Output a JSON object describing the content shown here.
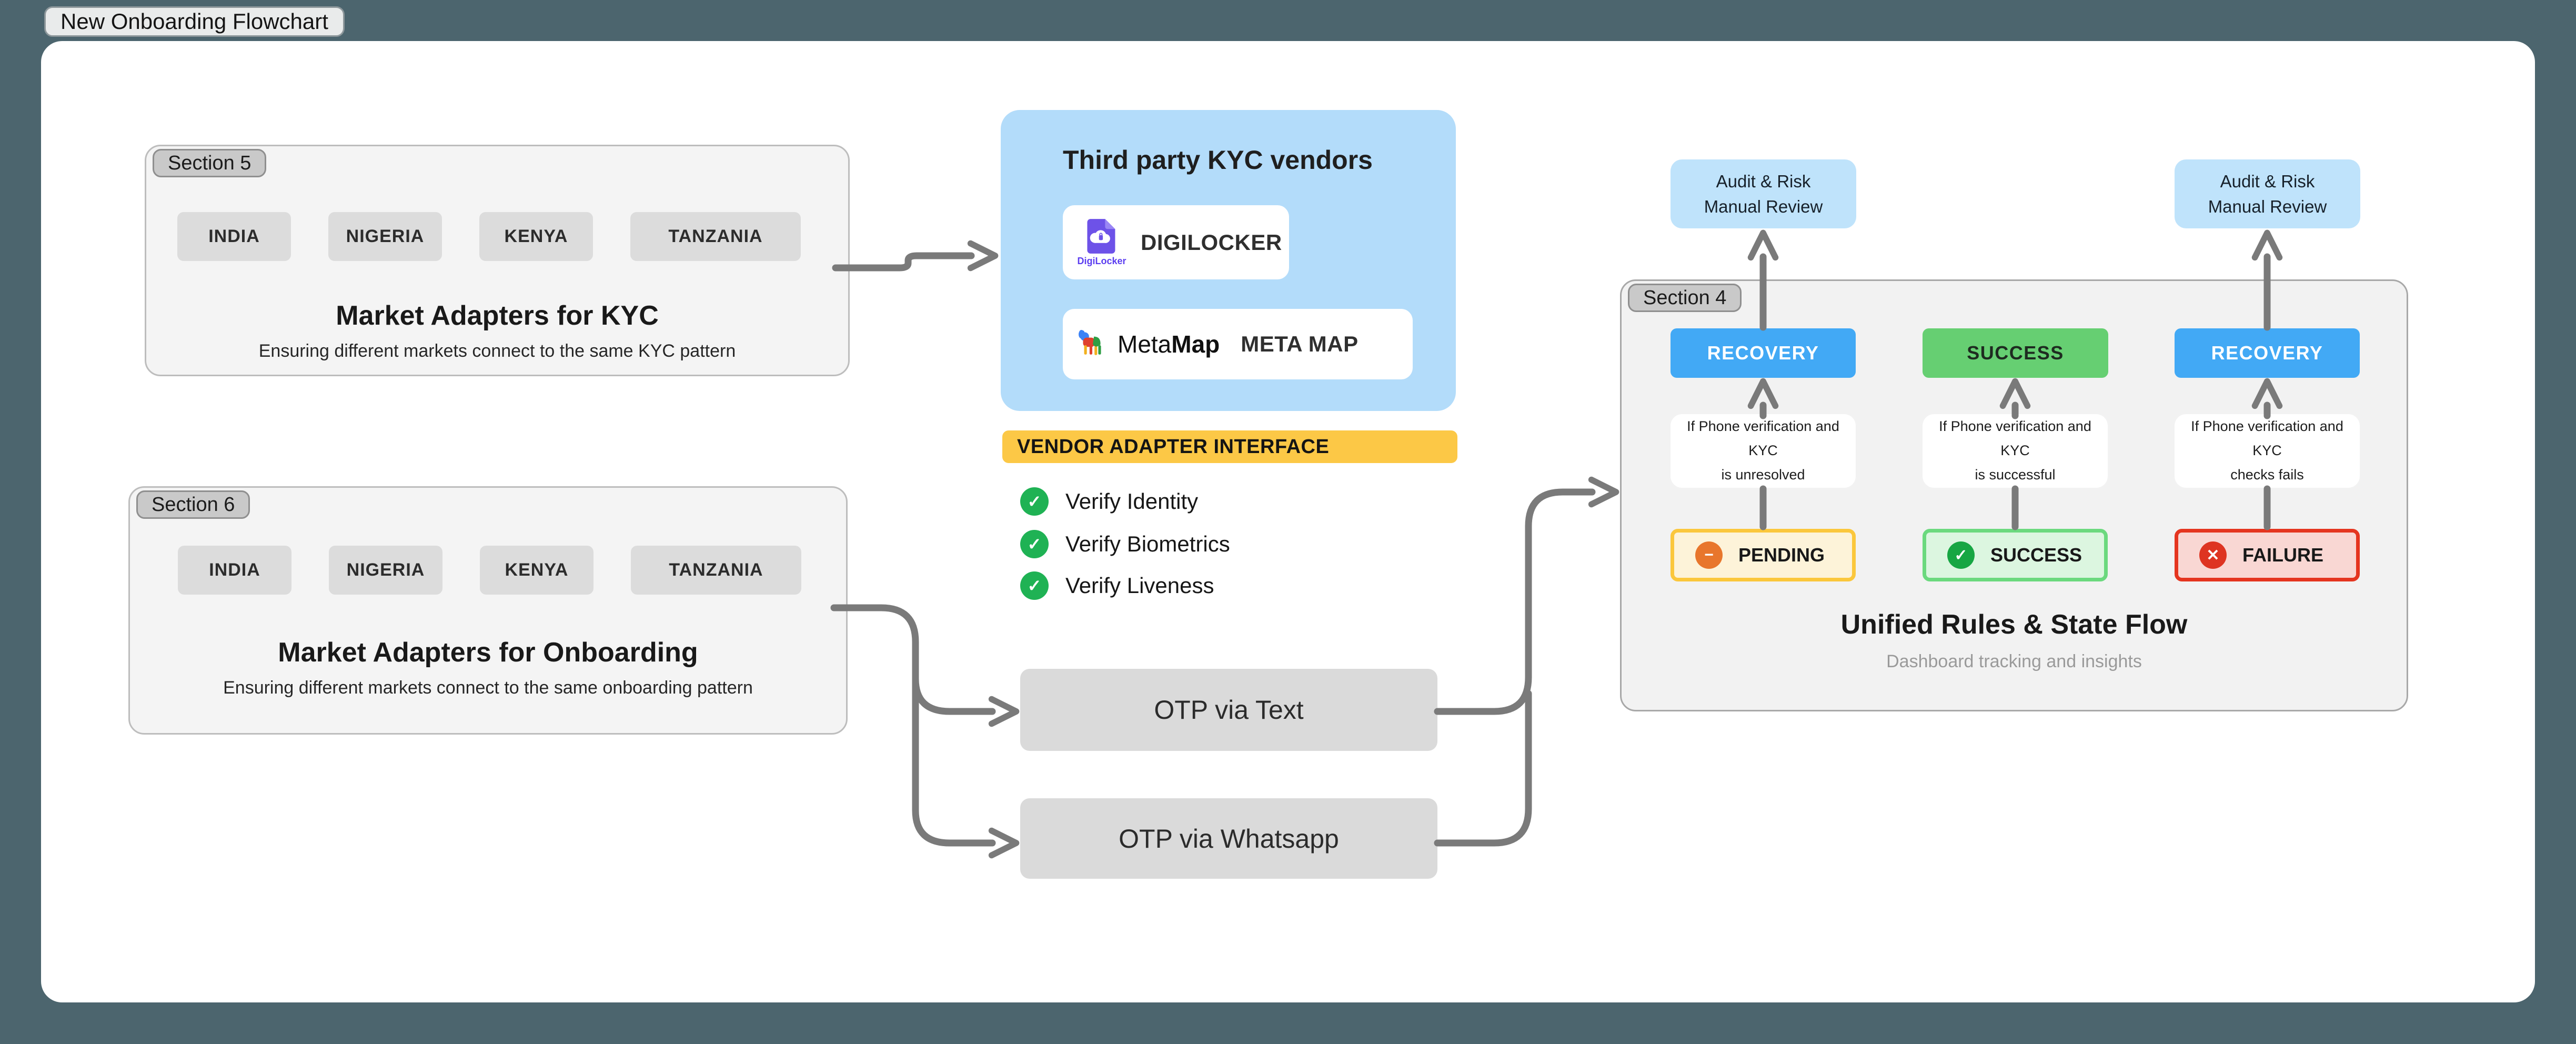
{
  "board": {
    "title": "New Onboarding Flowchart"
  },
  "icons": {
    "check": "✓"
  },
  "sections": {
    "kyc": {
      "tag": "Section 5",
      "chips": [
        "INDIA",
        "NIGERIA",
        "KENYA",
        "TANZANIA"
      ],
      "title": "Market Adapters for KYC",
      "subtitle": "Ensuring different markets connect to the same KYC pattern"
    },
    "onboarding": {
      "tag": "Section 6",
      "chips": [
        "INDIA",
        "NIGERIA",
        "KENYA",
        "TANZANIA"
      ],
      "title": "Market Adapters for Onboarding",
      "subtitle": "Ensuring different markets connect to the same onboarding pattern"
    },
    "rules": {
      "tag": "Section 4",
      "title": "Unified Rules & State Flow",
      "subtitle": "Dashboard tracking and insights"
    }
  },
  "vendors": {
    "title": "Third party KYC vendors",
    "items": [
      {
        "label": "DIGILOCKER",
        "icon": "digilocker-icon",
        "logo_text": "DigiLocker"
      },
      {
        "label": "META MAP",
        "icon": "metamap-icon",
        "logo_meta": "Meta",
        "logo_map": "Map"
      }
    ]
  },
  "adapter": {
    "label": "VENDOR ADAPTER INTERFACE",
    "checks": [
      "Verify Identity",
      "Verify Biometrics",
      "Verify Liveness"
    ]
  },
  "otp": {
    "text_label": "OTP via Text",
    "whatsapp_label": "OTP via Whatsapp"
  },
  "audit_boxes": [
    "Audit & Risk Manual Review",
    "Audit & Risk Manual Review"
  ],
  "states": {
    "buttons": [
      {
        "label": "RECOVERY"
      },
      {
        "label": "SUCCESS"
      },
      {
        "label": "RECOVERY"
      }
    ],
    "conditions": [
      {
        "line1": "If Phone verification and KYC",
        "line2": "is unresolved"
      },
      {
        "line1": "If Phone verification and KYC",
        "line2": "is successful"
      },
      {
        "line1": "If Phone verification and KYC",
        "line2": "checks fails"
      }
    ],
    "badges": [
      {
        "label": "PENDING",
        "glyph": "−"
      },
      {
        "label": "SUCCESS",
        "glyph": "✓"
      },
      {
        "label": "FAILURE",
        "glyph": "✕"
      }
    ]
  },
  "colors": {
    "background": "#4c656e",
    "canvas": "#ffffff",
    "section_fill": "#f4f4f4",
    "chip_fill": "#dcdcdc",
    "vendor_panel": "#b3dcfa",
    "audit_fill": "#bfe3fb",
    "adapter_bar": "#fcc846",
    "otp_fill": "#dadada",
    "recovery_blue": "#42a9f5",
    "success_green": "#66cf72",
    "pending_fill": "#fdf3d9",
    "pending_border": "#fbc73c",
    "pending_icon": "#e8762c",
    "success_fill": "#dcf6e0",
    "success_border": "#6bd97e",
    "success_icon": "#17a643",
    "failure_fill": "#f9d7d3",
    "failure_border": "#e5351f",
    "failure_icon": "#de3421",
    "connector": "#7a7a7a",
    "check_green": "#1fb254",
    "digilocker_purple": "#6d52e8"
  }
}
